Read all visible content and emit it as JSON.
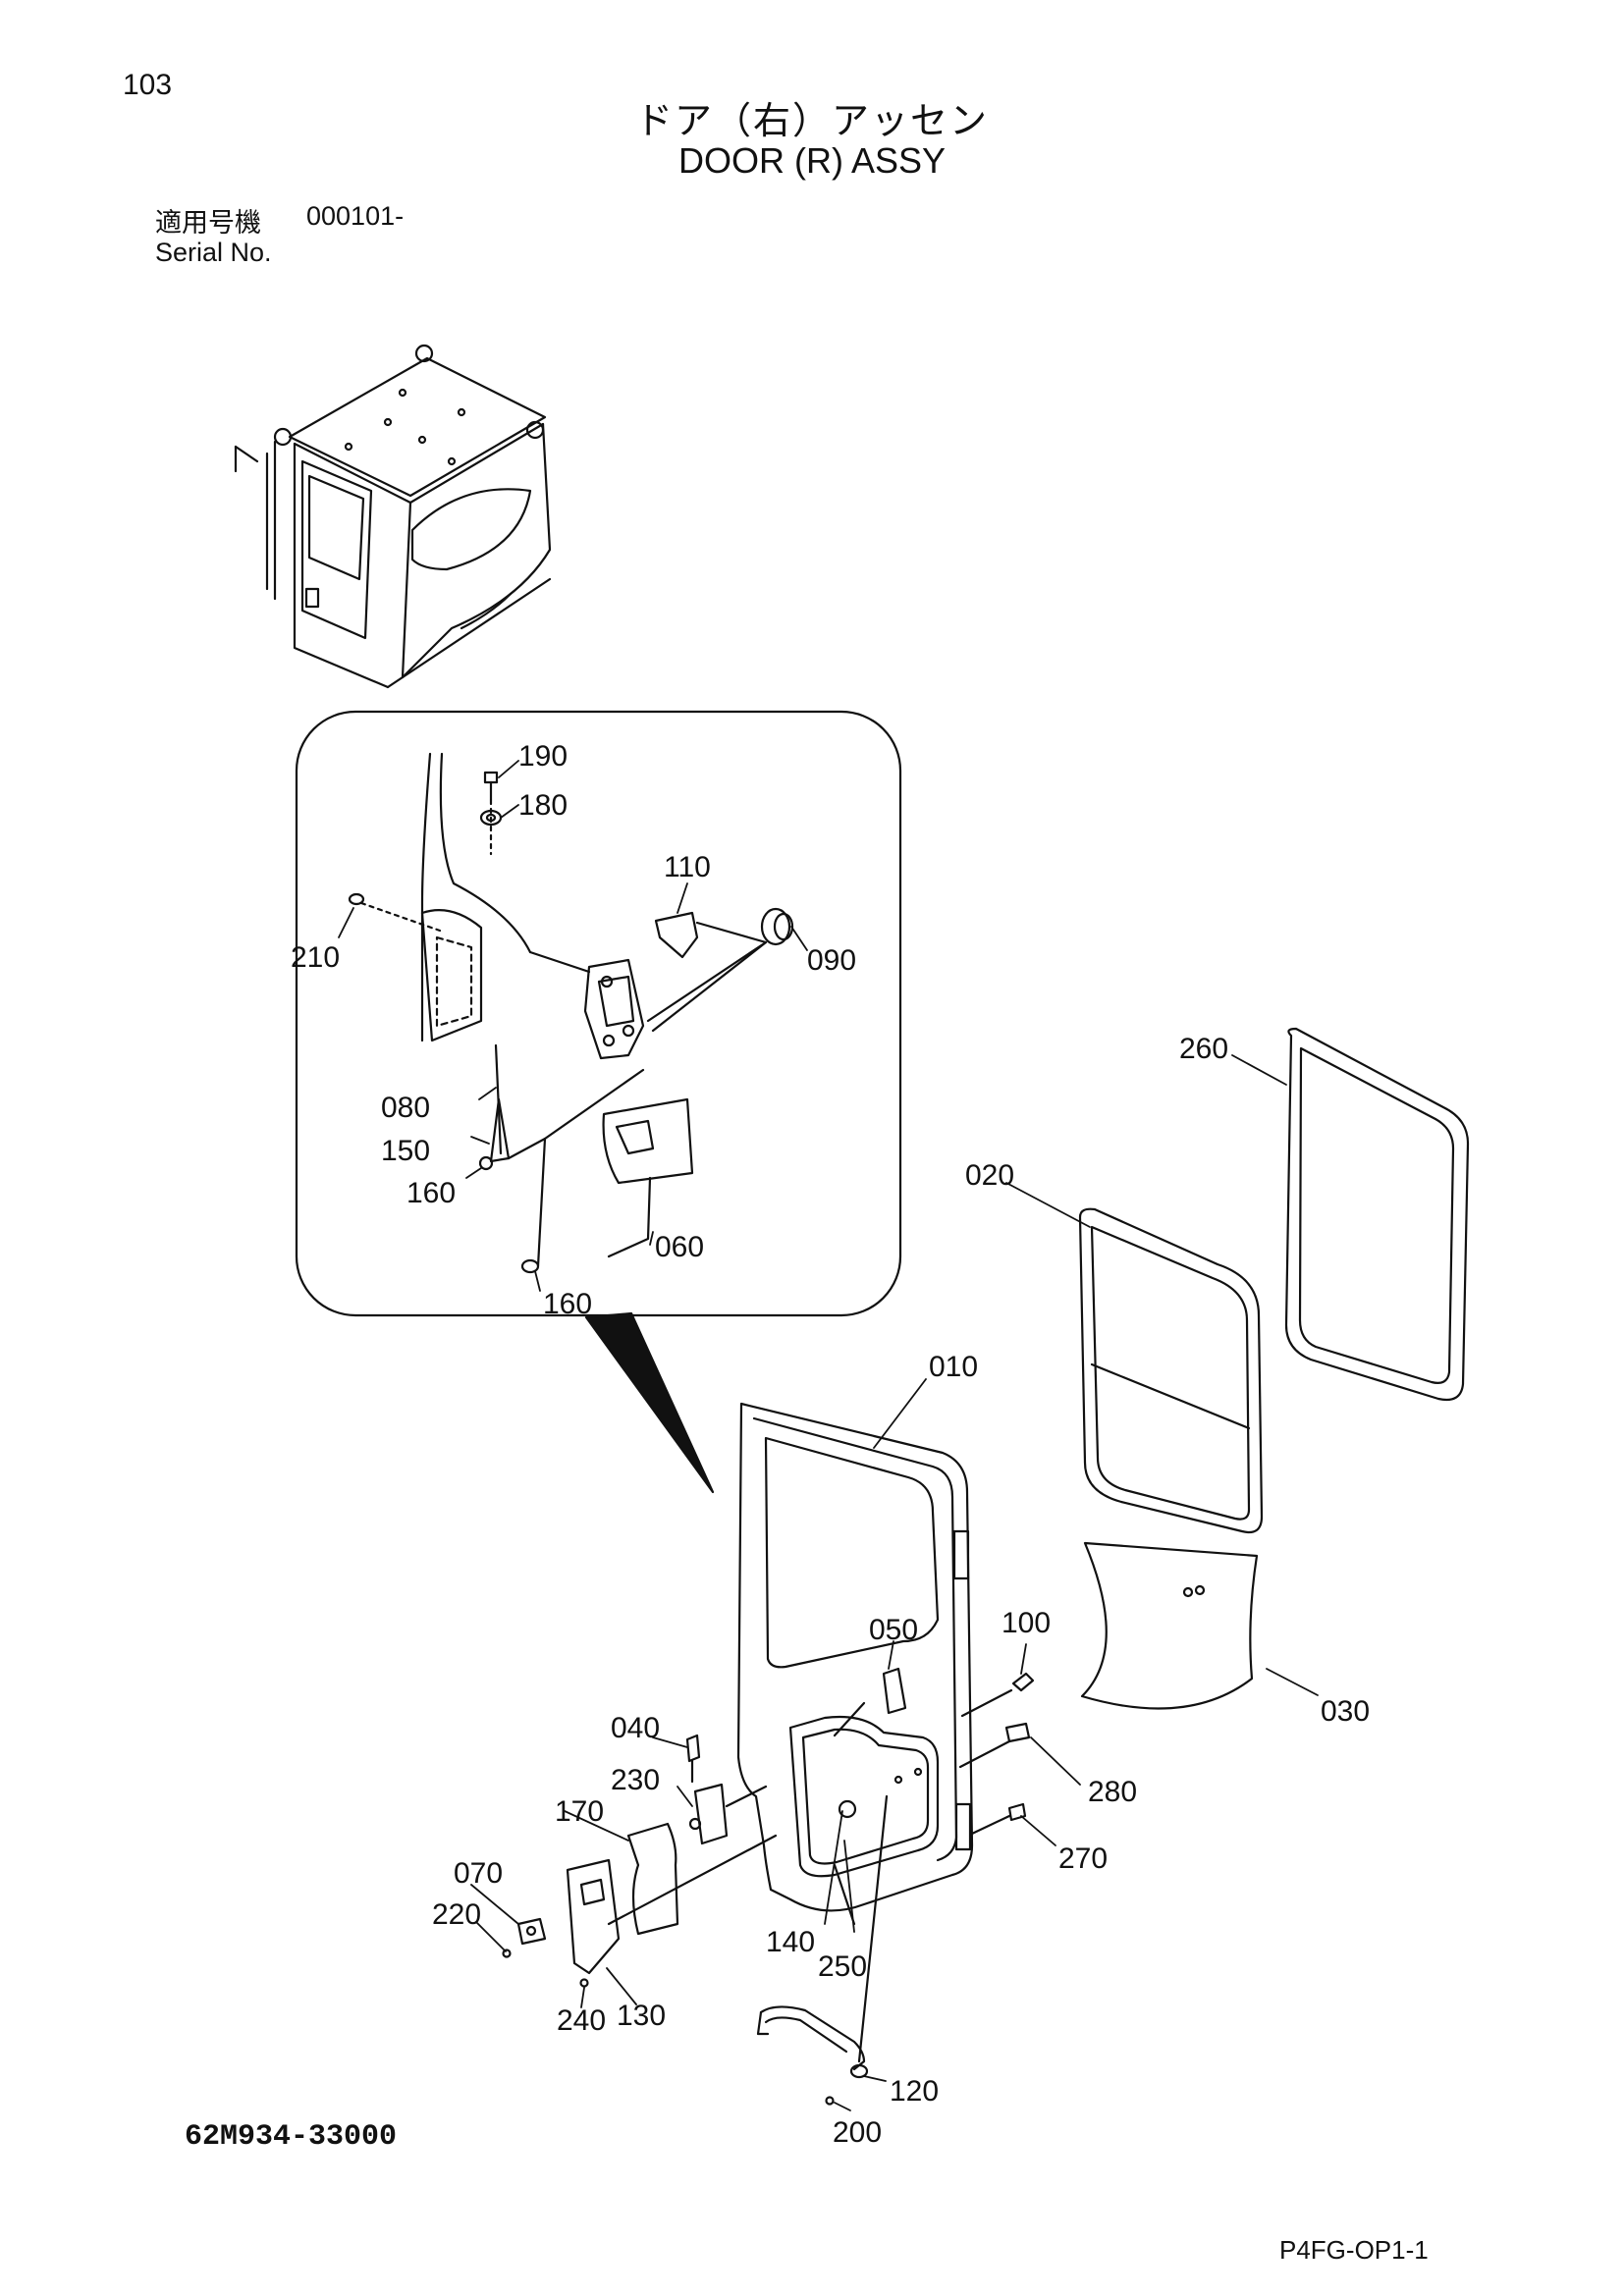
{
  "page_number": "103",
  "title_jp": "ドア（右）アッセン",
  "title_en": "DOOR (R) ASSY",
  "serial": {
    "label_jp": "適用号機",
    "value": "000101-",
    "label_en": "Serial No."
  },
  "part_labels": {
    "p190": "190",
    "p180": "180",
    "p110": "110",
    "p210": "210",
    "p090": "090",
    "p080": "080",
    "p150": "150",
    "p160a": "160",
    "p060": "060",
    "p160b": "160",
    "p260": "260",
    "p020": "020",
    "p010": "010",
    "p050": "050",
    "p100": "100",
    "p030": "030",
    "p040": "040",
    "p230": "230",
    "p280": "280",
    "p170": "170",
    "p270": "270",
    "p070": "070",
    "p220": "220",
    "p140": "140",
    "p250": "250",
    "p240": "240",
    "p130": "130",
    "p120": "120",
    "p200": "200"
  },
  "drawing_number": "62M934-33000",
  "page_code": "P4FG-OP1-1",
  "icons": [
    "cab-illustration",
    "detail-callout",
    "door-frame",
    "window-glass",
    "weather-seal",
    "panel",
    "handle",
    "latch"
  ]
}
